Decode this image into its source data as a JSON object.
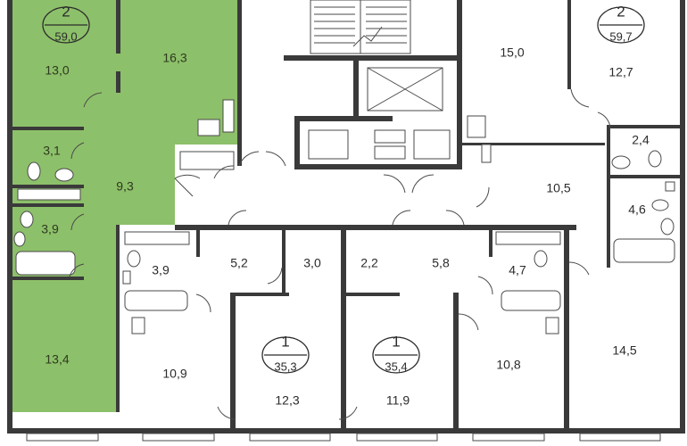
{
  "floor_plan": {
    "selected_color": "#8dc06a",
    "badges": [
      {
        "id": "apt-2-left",
        "rooms": "2",
        "area": "59,0"
      },
      {
        "id": "apt-2-right",
        "rooms": "2",
        "area": "59,7"
      },
      {
        "id": "apt-1-a",
        "rooms": "1",
        "area": "35,3"
      },
      {
        "id": "apt-1-b",
        "rooms": "1",
        "area": "35,4"
      }
    ],
    "rooms": [
      "13,0",
      "16,3",
      "3,1",
      "9,3",
      "3,9",
      "13,4",
      "15,0",
      "12,7",
      "2,4",
      "10,5",
      "4,6",
      "3,9",
      "5,2",
      "3,0",
      "2,2",
      "5,8",
      "4,7",
      "10,9",
      "12,3",
      "11,9",
      "10,8",
      "14,5"
    ]
  }
}
